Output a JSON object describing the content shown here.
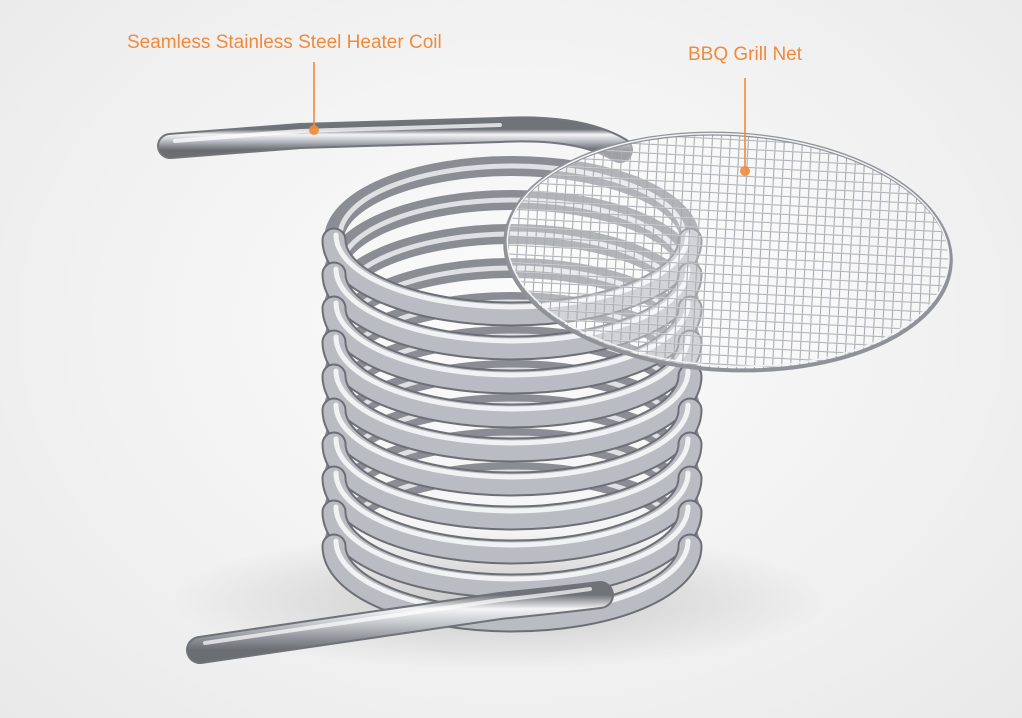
{
  "callouts": {
    "coil": {
      "label": "Seamless Stainless Steel Heater Coil"
    },
    "net": {
      "label": "BBQ Grill Net"
    }
  },
  "colors": {
    "accent": "#f08a3c",
    "steel_light": "#f4f4f6",
    "steel_mid": "#b9bcc2",
    "steel_dark": "#6f7378",
    "background": "#f3f3f3"
  },
  "objects": {
    "coil": {
      "turns": 10
    },
    "net": {
      "shape": "circular wire mesh"
    }
  }
}
